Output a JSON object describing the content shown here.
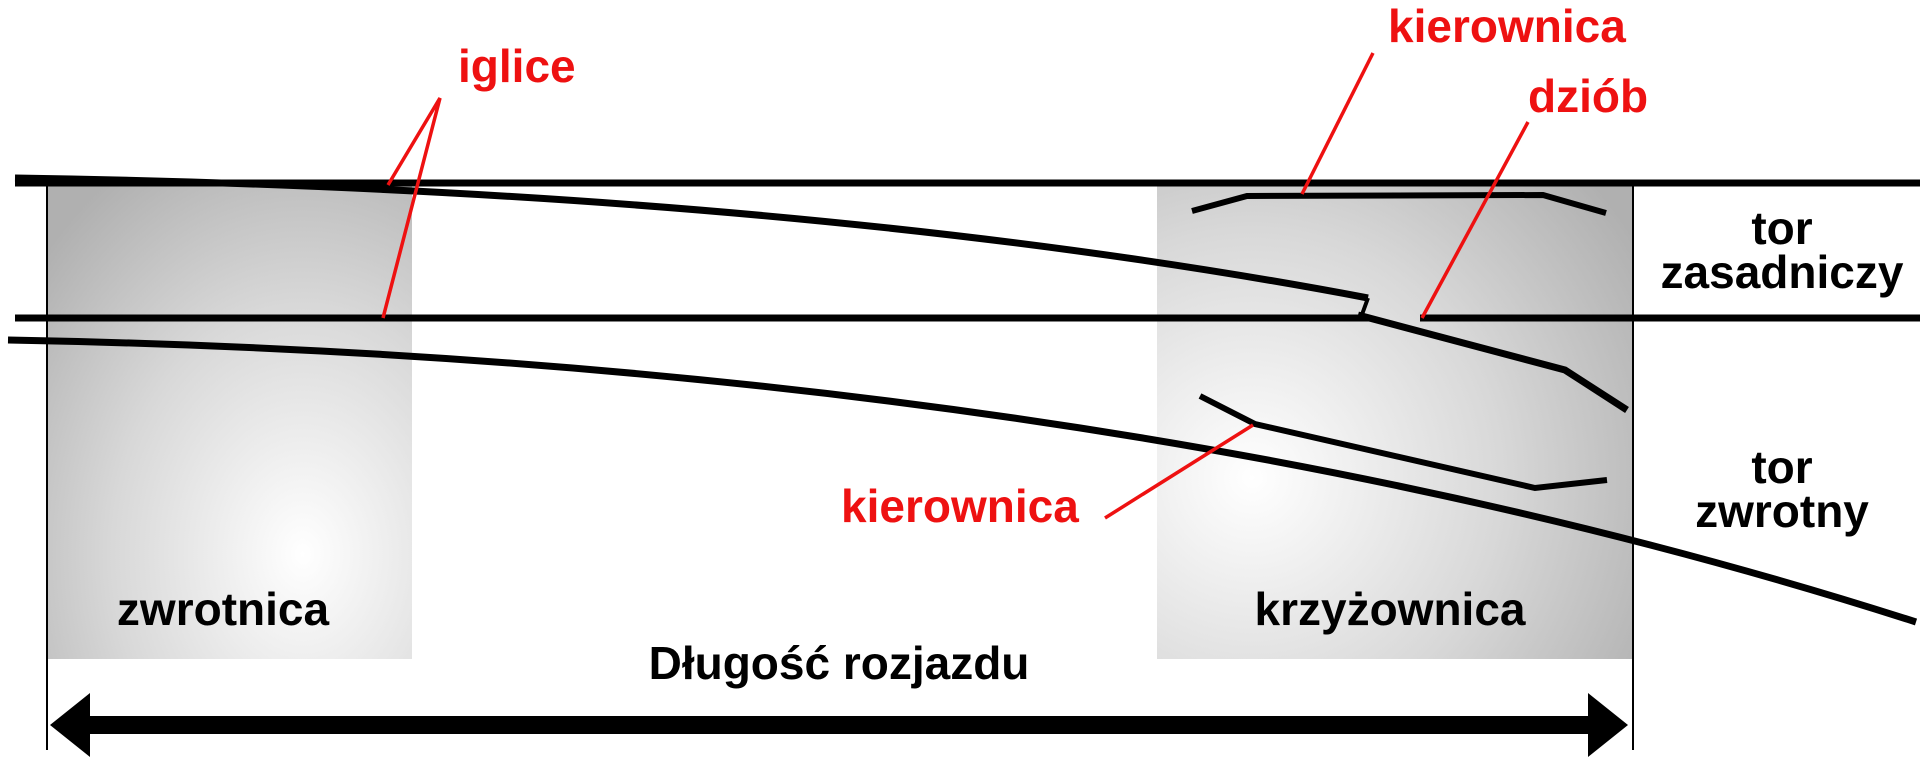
{
  "labels": {
    "iglice": "iglice",
    "kierownica_top": "kierownica",
    "dziob": "dziób",
    "kierownica_bottom": "kierownica",
    "tor_zasadniczy_line1": "tor",
    "tor_zasadniczy_line2": "zasadniczy",
    "tor_zwrotny_line1": "tor",
    "tor_zwrotny_line2": "zwrotny",
    "zwrotnica": "zwrotnica",
    "krzyzownica": "krzyżownica",
    "dlugosc": "Długość rozjazdu"
  },
  "colors": {
    "annotation": "#ee1111",
    "rail": "#000000",
    "zone_shade": "#b5b5b5"
  }
}
